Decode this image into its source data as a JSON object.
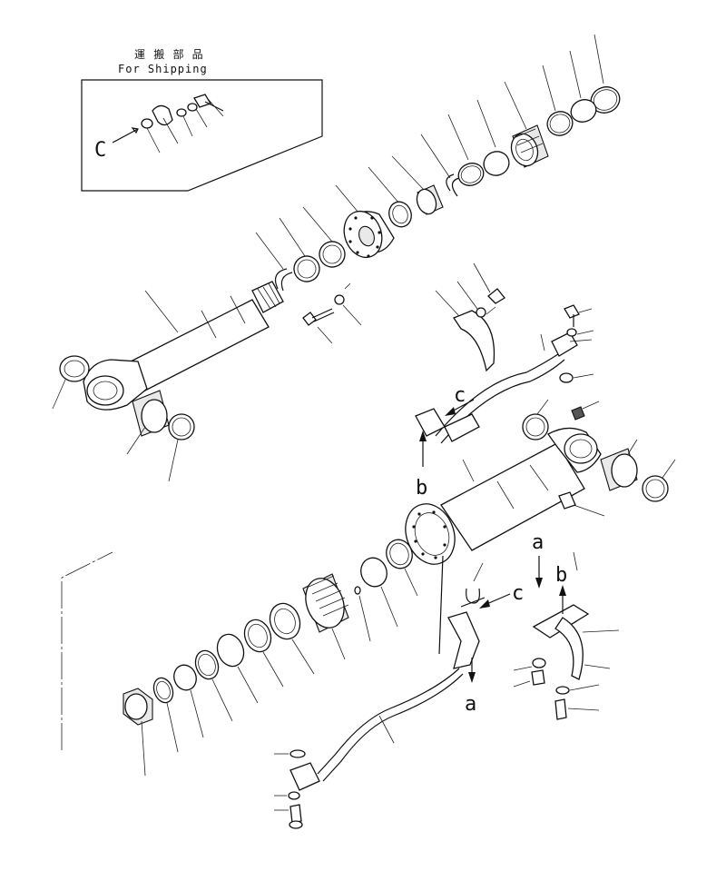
{
  "header": {
    "japanese": "運 搬 部 品",
    "english": "For Shipping"
  },
  "labels": {
    "a": "a",
    "b": "b",
    "c": "c",
    "c_upper": "C"
  }
}
